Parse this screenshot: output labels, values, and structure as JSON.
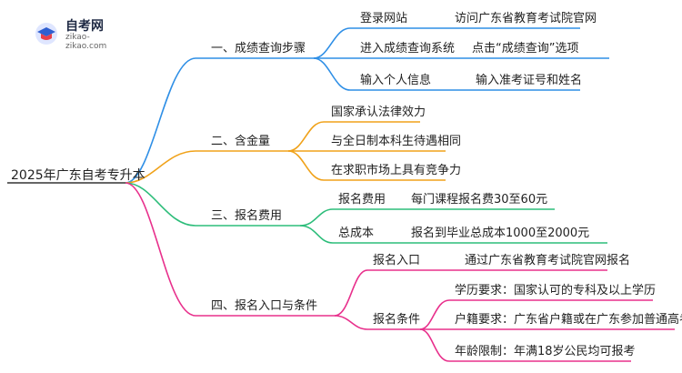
{
  "logo": {
    "title": "自考网",
    "subtitle": "zikao-zikao.com"
  },
  "root": "2025年广东自考专升本",
  "branches": [
    {
      "label": "一、成绩查询步骤",
      "color": "#2f8fe6",
      "items": [
        {
          "label": "登录网站",
          "detail": "访问广东省教育考试院官网"
        },
        {
          "label": "进入成绩查询系统",
          "detail": "点击“成绩查询”选项"
        },
        {
          "label": "输入个人信息",
          "detail": "输入准考证号和姓名"
        }
      ]
    },
    {
      "label": "二、含金量",
      "color": "#f0a21a",
      "items": [
        {
          "label": "国家承认法律效力"
        },
        {
          "label": "与全日制本科生待遇相同"
        },
        {
          "label": "在求职市场上具有竞争力"
        }
      ]
    },
    {
      "label": "三、报名费用",
      "color": "#2dbd7a",
      "items": [
        {
          "label": "报名费用",
          "detail": "每门课程报名费30至60元"
        },
        {
          "label": "总成本",
          "detail": "报名到毕业总成本1000至2000元"
        }
      ]
    },
    {
      "label": "四、报名入口与条件",
      "color": "#e8308c",
      "items": [
        {
          "label": "报名入口",
          "detail": "通过广东省教育考试院官网报名"
        },
        {
          "label": "报名条件",
          "subitems": [
            "学历要求：国家认可的专科及以上学历",
            "户籍要求：广东省户籍或在广东参加普通高考",
            "年龄限制：年满18岁公民均可报考"
          ]
        }
      ]
    }
  ]
}
